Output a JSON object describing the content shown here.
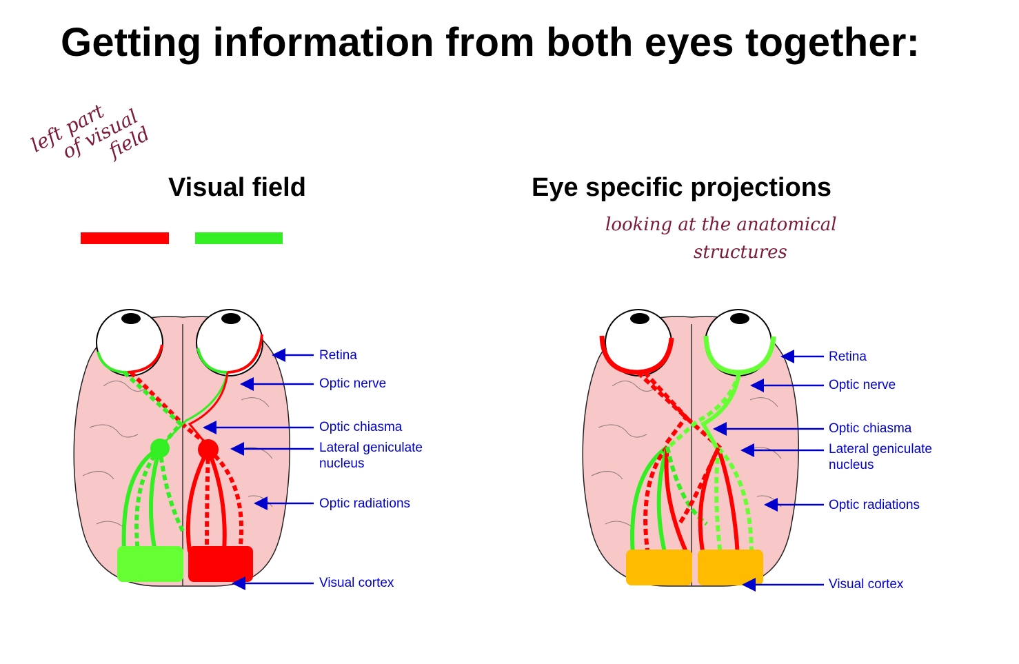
{
  "title": "Getting information from both eyes together:",
  "panels": {
    "left": {
      "title": "Visual field",
      "handwritten_note": [
        "left part",
        "of visual",
        "field"
      ],
      "labels": {
        "retina": "Retina",
        "optic_nerve": "Optic nerve",
        "optic_chiasma": "Optic chiasma",
        "lgn_line1": "Lateral geniculate",
        "lgn_line2": "nucleus",
        "optic_radiations": "Optic radiations",
        "visual_cortex": "Visual cortex"
      }
    },
    "right": {
      "title": "Eye specific projections",
      "handwritten_note": [
        "looking at the anatomical",
        "structures"
      ],
      "labels": {
        "retina": "Retina",
        "optic_nerve": "Optic nerve",
        "optic_chiasma": "Optic chiasma",
        "lgn_line1": "Lateral geniculate",
        "lgn_line2": "nucleus",
        "optic_radiations": "Optic radiations",
        "visual_cortex": "Visual cortex"
      }
    }
  },
  "colors": {
    "left_field": "#ff0000",
    "right_field": "#33ee22",
    "brain": "#f8c8c8",
    "cortex_combined": "#ffbb00",
    "label_text": "#0000cc",
    "handwriting": "#7b1a3a"
  }
}
